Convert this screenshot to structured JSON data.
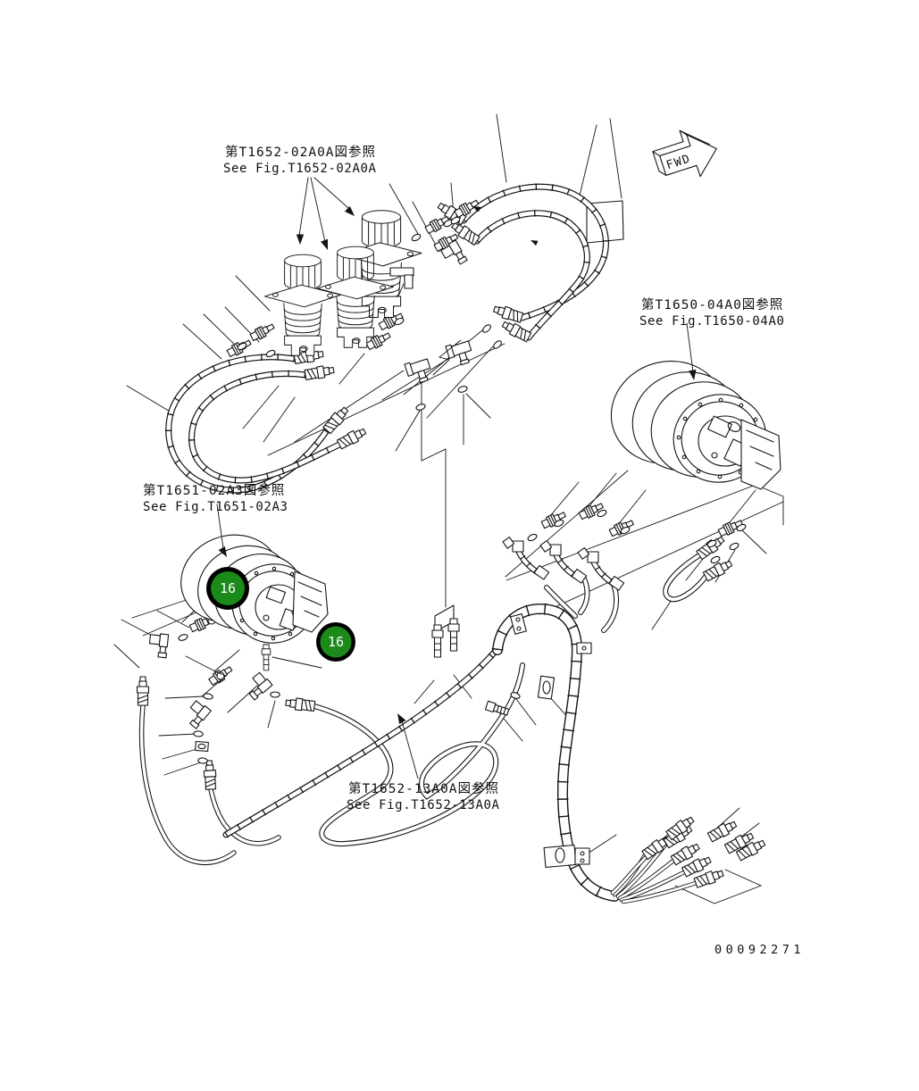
{
  "diagram": {
    "references": [
      {
        "id": "ref-t1652-02a0a",
        "jp": "第T1652-02A0A図参照",
        "en": "See Fig.T1652-02A0A"
      },
      {
        "id": "ref-t1650-04a0",
        "jp": "第T1650-04A0図参照",
        "en": "See Fig.T1650-04A0"
      },
      {
        "id": "ref-t1651-02a3",
        "jp": "第T1651-02A3図参照",
        "en": "See Fig.T1651-02A3"
      },
      {
        "id": "ref-t1652-13a0a",
        "jp": "第T1652-13A0A図参照",
        "en": "See Fig.T1652-13A0A"
      }
    ],
    "direction_marker": {
      "label": "FWD"
    },
    "callouts": [
      {
        "number": "16"
      },
      {
        "number": "16"
      }
    ],
    "drawing_number": "00092271",
    "colors": {
      "line": "#141414",
      "background": "#ffffff",
      "callout_fill": "#1b8a1b",
      "callout_ring": "#000000",
      "callout_text": "#ffffff"
    }
  }
}
